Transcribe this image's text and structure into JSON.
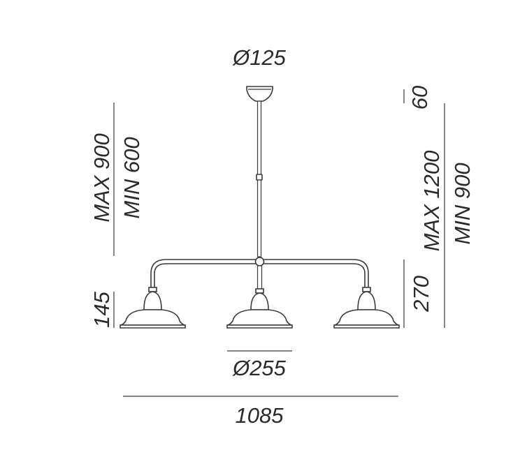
{
  "dimensions": {
    "canopy_diameter": "Ø125",
    "shade_diameter": "Ø255",
    "total_width": "1085",
    "suspension_max": "MAX 900",
    "suspension_min": "MIN 600",
    "shade_height": "145",
    "canopy_height": "60",
    "overall_max": "MAX 1200",
    "overall_min": "MIN 900",
    "fixture_height": "270"
  },
  "colors": {
    "line": "#3a3a3a",
    "text": "#2a2a2a",
    "background": "#ffffff"
  }
}
